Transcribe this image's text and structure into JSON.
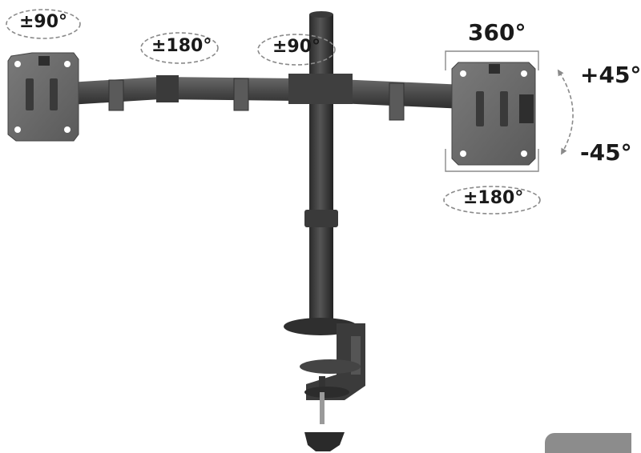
{
  "labels": {
    "left_vesa_rotation": "±90°",
    "left_arm_swivel": "±180°",
    "center_rotation": "±90°",
    "right_rotation": "360°",
    "tilt_up": "+45°",
    "tilt_down": "-45°",
    "right_arm_swivel": "±180°"
  },
  "colors": {
    "metal": "#4a4a4a",
    "metal_dark": "#2b2b2b",
    "metal_light": "#7a7a7a",
    "arrow": "#8a8a8a",
    "text": "#1a1a1a"
  }
}
